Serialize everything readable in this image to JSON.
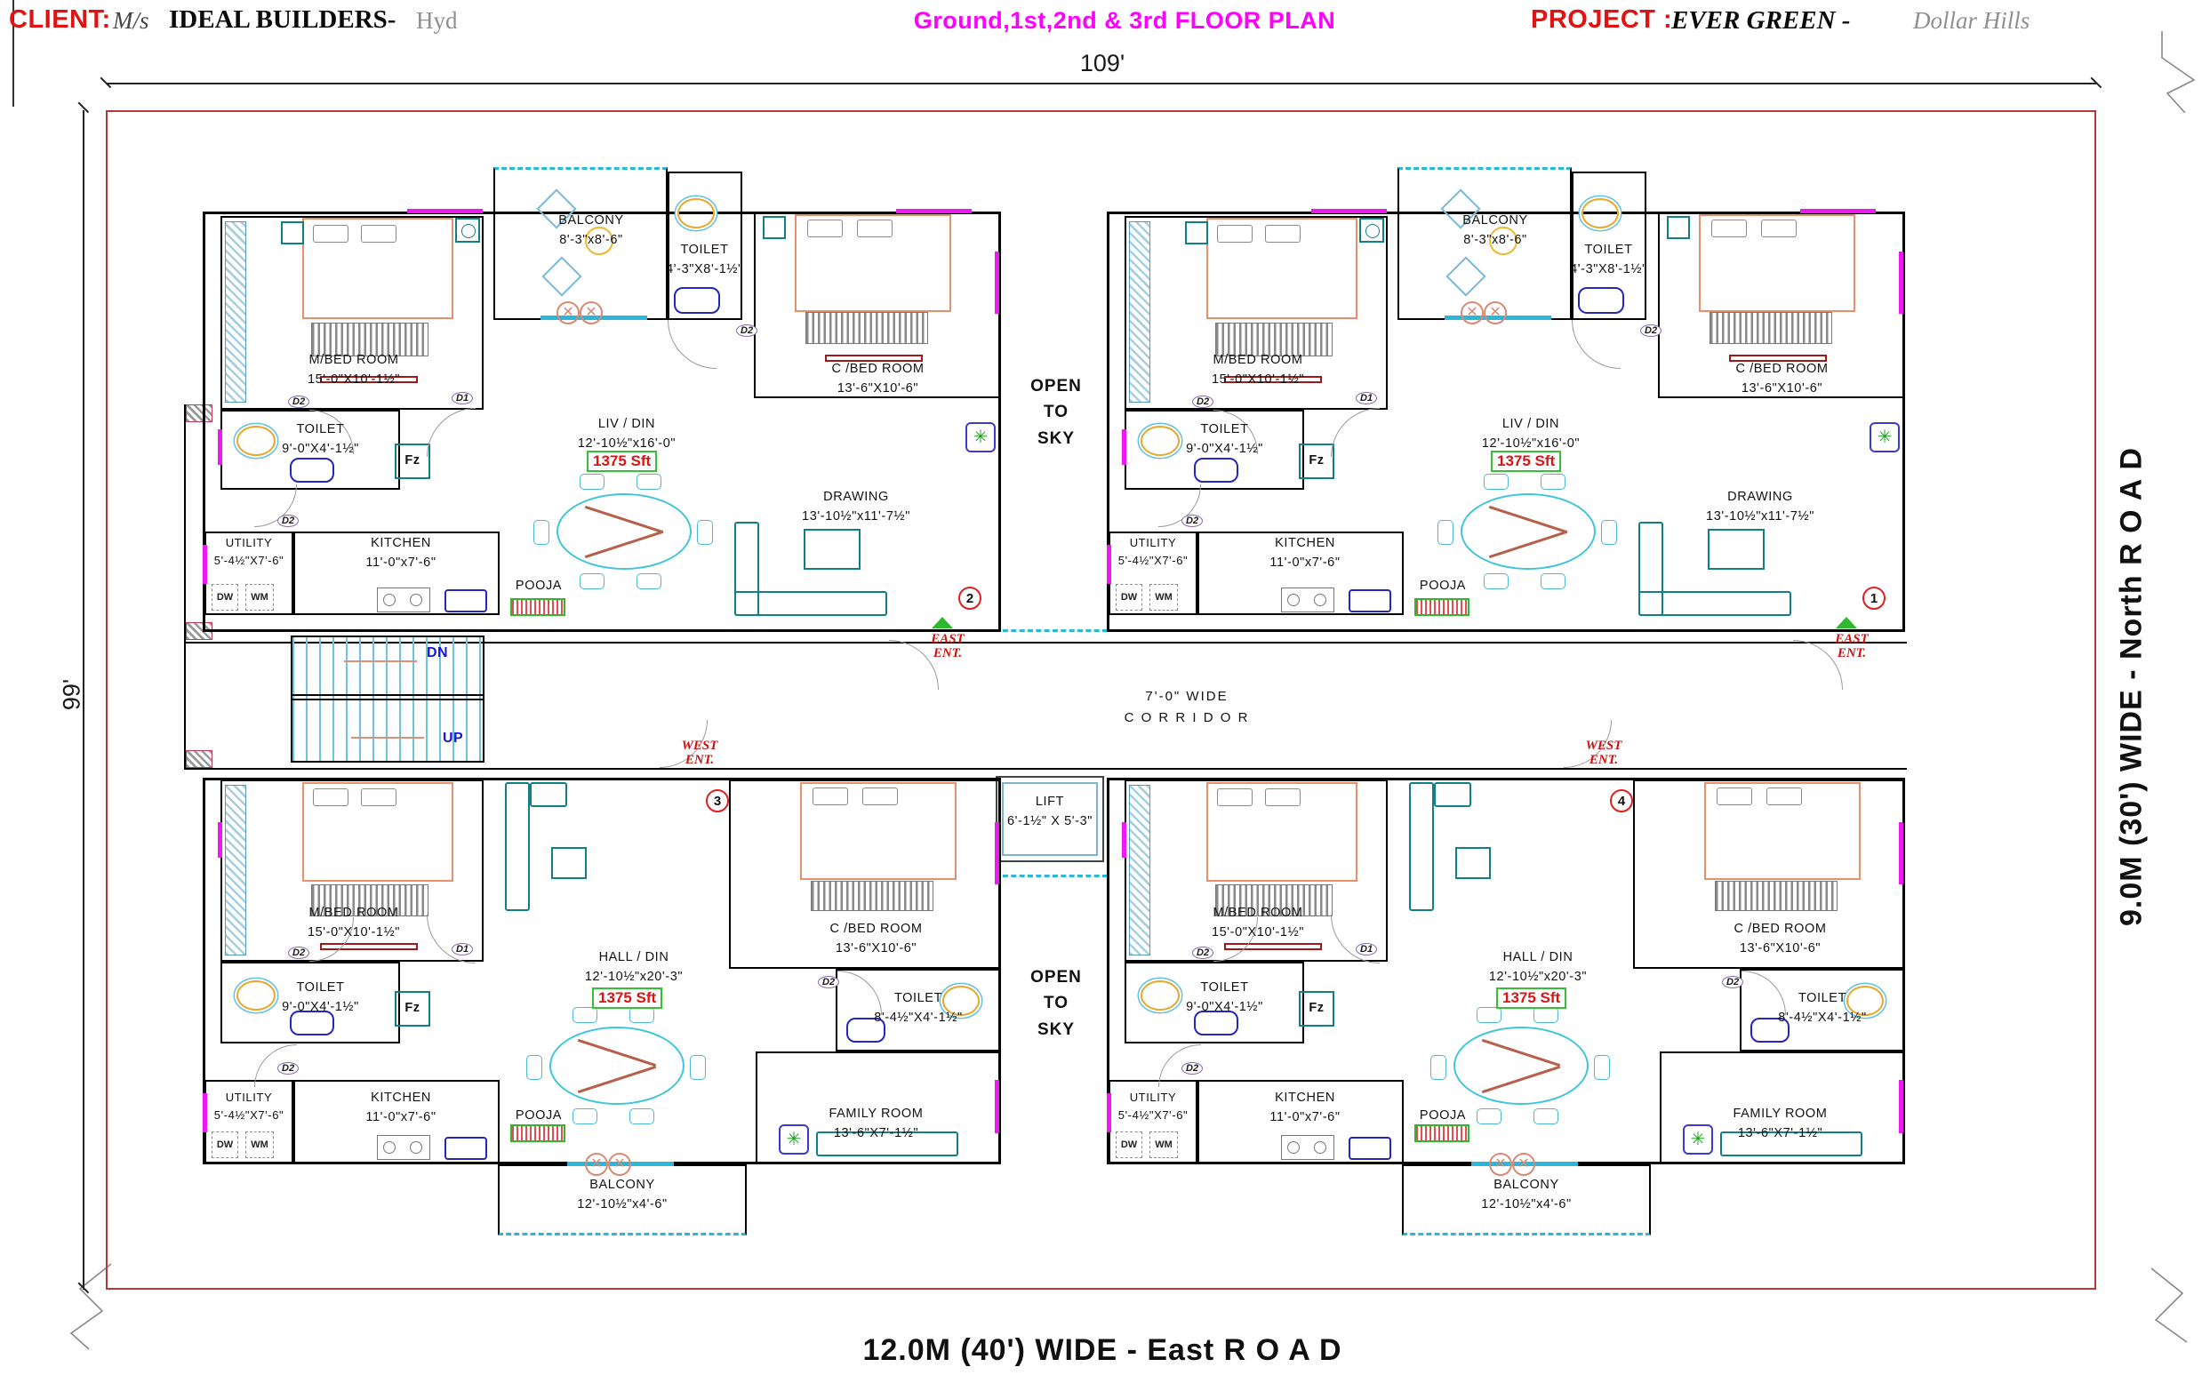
{
  "header": {
    "client_label": "CLIENT:",
    "client_prefix": "M/s",
    "client_name": "IDEAL BUILDERS-",
    "client_city": "Hyd",
    "title": "Ground,1st,2nd & 3rd FLOOR PLAN",
    "project_label": "PROJECT :",
    "project_name": "EVER GREEN -",
    "project_suffix": "Dollar Hills"
  },
  "site": {
    "top_dim": "109'",
    "left_dim": "99'",
    "north_road": "9.0M (30') WIDE - North R O A D",
    "east_road": "12.0M (40') WIDE - East R O A D"
  },
  "core": {
    "corridor_l1": "7'-0\" WIDE",
    "corridor_l2": "C O R R I D O R",
    "lift_l1": "LIFT",
    "lift_l2": "6'-1½\" X 5'-3\"",
    "ots_l1": "OPEN",
    "ots_l2": "TO",
    "ots_l3": "SKY",
    "dn": "DN",
    "up": "UP"
  },
  "ent": {
    "east_l1": "EAST",
    "east_l2": "ENT.",
    "west_l1": "WEST",
    "west_l2": "ENT.",
    "n1": "1",
    "n2": "2",
    "n3": "3",
    "n4": "4"
  },
  "tags": {
    "d1": "D1",
    "d2": "D2",
    "fz": "Fz",
    "dw": "DW",
    "wm": "WM",
    "area": "1375 Sft"
  },
  "unit_top": {
    "mbed_name": "M/BED ROOM",
    "mbed_dim": "15'-0\"X10'-1½\"",
    "toilet1_name": "TOILET",
    "toilet1_dim": "9'-0\"X4'-1½\"",
    "balcony_name": "BALCONY",
    "balcony_dim": "8'-3\"x8'-6\"",
    "toilet2_name": "TOILET",
    "toilet2_dim": "4'-3\"X8'-1½\"",
    "cbed_name": "C /BED ROOM",
    "cbed_dim": "13'-6\"X10'-6\"",
    "liv_name": "LIV / DIN",
    "liv_dim": "12'-10½\"x16'-0\"",
    "drawing_name": "DRAWING",
    "drawing_dim": "13'-10½\"x11'-7½\"",
    "utility_name": "UTILITY",
    "utility_dim": "5'-4½\"X7'-6\"",
    "kitchen_name": "KITCHEN",
    "kitchen_dim": "11'-0\"x7'-6\"",
    "pooja": "POOJA"
  },
  "unit_bottom": {
    "mbed_name": "M/BED ROOM",
    "mbed_dim": "15'-0\"X10'-1½\"",
    "toilet1_name": "TOILET",
    "toilet1_dim": "9'-0\"X4'-1½\"",
    "hall_name": "HALL / DIN",
    "hall_dim": "12'-10½\"x20'-3\"",
    "cbed_name": "C /BED ROOM",
    "cbed_dim": "13'-6\"X10'-6\"",
    "toilet2_name": "TOILET",
    "toilet2_dim": "8'-4½\"X4'-1½\"",
    "family_name": "FAMILY ROOM",
    "family_dim": "13'-6\"X7'-1½\"",
    "balcony_name": "BALCONY",
    "balcony_dim": "12'-10½\"x4'-6\"",
    "utility_name": "UTILITY",
    "utility_dim": "5'-4½\"X7'-6\"",
    "kitchen_name": "KITCHEN",
    "kitchen_dim": "11'-0\"x7'-6\"",
    "pooja": "POOJA"
  },
  "colors": {
    "wall": "#000000",
    "window_magenta": "#f018f0",
    "water_cyan": "#2ab7d8",
    "furniture_teal": "#117f86",
    "bed_salmon": "#e8906e",
    "label_red": "#e01212",
    "area_green": "#35c035",
    "title_magenta": "#ff00ff",
    "boundary_red": "#b23a3a",
    "stair_blue": "#1515dd"
  }
}
